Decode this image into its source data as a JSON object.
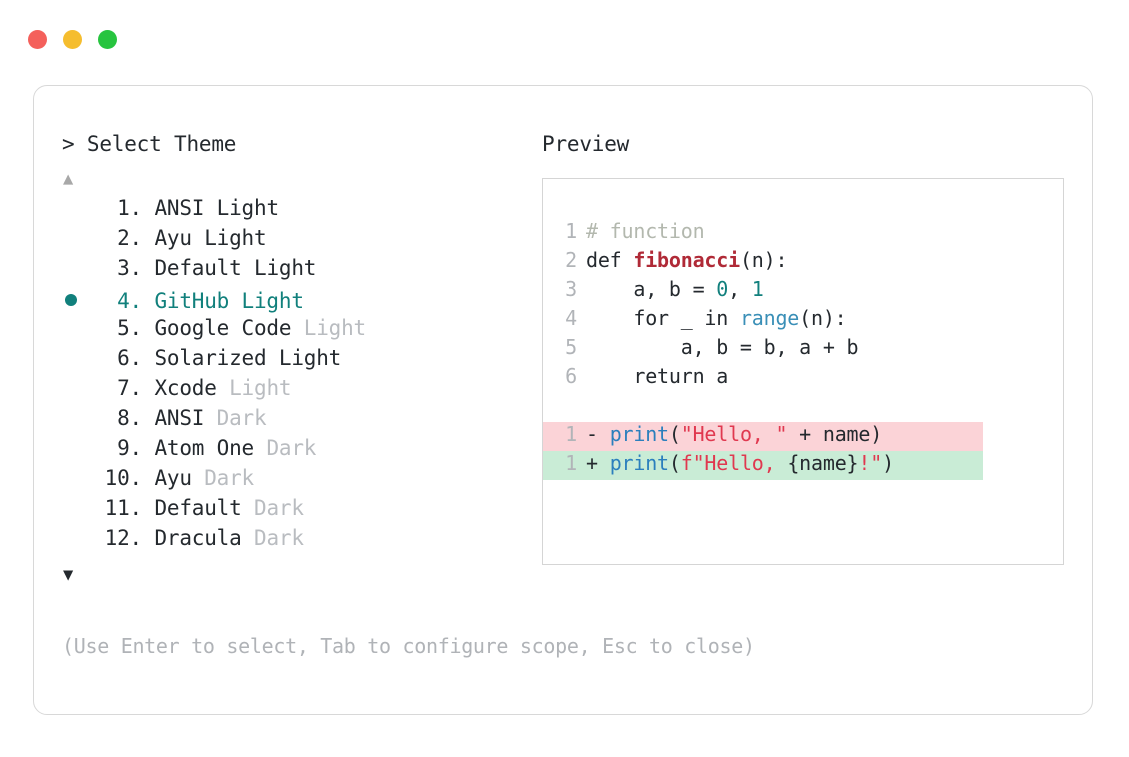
{
  "window": {
    "traffic_lights": [
      {
        "name": "close",
        "color": "#f4605b"
      },
      {
        "name": "minimize",
        "color": "#f5bd2e"
      },
      {
        "name": "maximize",
        "color": "#27c43f"
      }
    ]
  },
  "left_panel": {
    "prompt_symbol": ">",
    "prompt_title": "Select Theme",
    "scroll_up_icon": "▲",
    "scroll_down_icon": "▼",
    "selected_index": 4,
    "items": [
      {
        "index": "1.",
        "name": "ANSI",
        "suffix": "Light",
        "suffix_dim": false,
        "selected": false,
        "bullet": ""
      },
      {
        "index": "2.",
        "name": "Ayu",
        "suffix": "Light",
        "suffix_dim": false,
        "selected": false,
        "bullet": ""
      },
      {
        "index": "3.",
        "name": "Default",
        "suffix": "Light",
        "suffix_dim": false,
        "selected": false,
        "bullet": ""
      },
      {
        "index": "4.",
        "name": "GitHub",
        "suffix": "Light",
        "suffix_dim": false,
        "selected": true,
        "bullet": "●"
      },
      {
        "index": "5.",
        "name": "Google Code",
        "suffix": "Light",
        "suffix_dim": true,
        "selected": false,
        "bullet": ""
      },
      {
        "index": "6.",
        "name": "Solarized",
        "suffix": "Light",
        "suffix_dim": false,
        "selected": false,
        "bullet": ""
      },
      {
        "index": "7.",
        "name": "Xcode",
        "suffix": "Light",
        "suffix_dim": true,
        "selected": false,
        "bullet": ""
      },
      {
        "index": "8.",
        "name": "ANSI",
        "suffix": "Dark",
        "suffix_dim": true,
        "selected": false,
        "bullet": ""
      },
      {
        "index": "9.",
        "name": "Atom One",
        "suffix": "Dark",
        "suffix_dim": true,
        "selected": false,
        "bullet": ""
      },
      {
        "index": "10.",
        "name": "Ayu",
        "suffix": "Dark",
        "suffix_dim": true,
        "selected": false,
        "bullet": ""
      },
      {
        "index": "11.",
        "name": "Default",
        "suffix": "Dark",
        "suffix_dim": true,
        "selected": false,
        "bullet": ""
      },
      {
        "index": "12.",
        "name": "Dracula",
        "suffix": "Dark",
        "suffix_dim": true,
        "selected": false,
        "bullet": ""
      }
    ]
  },
  "right_panel": {
    "label": "Preview",
    "code_lines": [
      {
        "ln": "1",
        "tokens": [
          {
            "t": "# function",
            "c": "comment"
          }
        ]
      },
      {
        "ln": "2",
        "tokens": [
          {
            "t": "def ",
            "c": "def"
          },
          {
            "t": "fibonacci",
            "c": "fname"
          },
          {
            "t": "(n):",
            "c": "plain"
          }
        ]
      },
      {
        "ln": "3",
        "tokens": [
          {
            "t": "    a, b = ",
            "c": "plain"
          },
          {
            "t": "0",
            "c": "num"
          },
          {
            "t": ", ",
            "c": "plain"
          },
          {
            "t": "1",
            "c": "num"
          }
        ]
      },
      {
        "ln": "4",
        "tokens": [
          {
            "t": "    for _ in ",
            "c": "plain"
          },
          {
            "t": "range",
            "c": "builtin"
          },
          {
            "t": "(n):",
            "c": "plain"
          }
        ]
      },
      {
        "ln": "5",
        "tokens": [
          {
            "t": "        a, b = b, a + b",
            "c": "plain"
          }
        ]
      },
      {
        "ln": "6",
        "tokens": [
          {
            "t": "    return a",
            "c": "plain"
          }
        ]
      }
    ],
    "diff_lines": [
      {
        "ln": "1",
        "sign": "-",
        "kind": "minus",
        "tokens": [
          {
            "t": "print",
            "c": "func"
          },
          {
            "t": "(",
            "c": "plain"
          },
          {
            "t": "\"Hello, \"",
            "c": "str"
          },
          {
            "t": " + name)",
            "c": "plain"
          }
        ]
      },
      {
        "ln": "1",
        "sign": "+",
        "kind": "plus",
        "tokens": [
          {
            "t": "print",
            "c": "func"
          },
          {
            "t": "(",
            "c": "plain"
          },
          {
            "t": "f\"Hello, ",
            "c": "str"
          },
          {
            "t": "{name}",
            "c": "plain"
          },
          {
            "t": "!\"",
            "c": "str"
          },
          {
            "t": ")",
            "c": "plain"
          }
        ]
      }
    ]
  },
  "footer": {
    "hint": "(Use Enter to select, Tab to configure scope, Esc to close)"
  },
  "colors": {
    "accent_teal": "#11807c",
    "dim_gray": "#b9bcc0",
    "diff_remove_bg": "#fbd3d7",
    "diff_add_bg": "#c9ecd6",
    "card_border": "#d8d8d8"
  }
}
